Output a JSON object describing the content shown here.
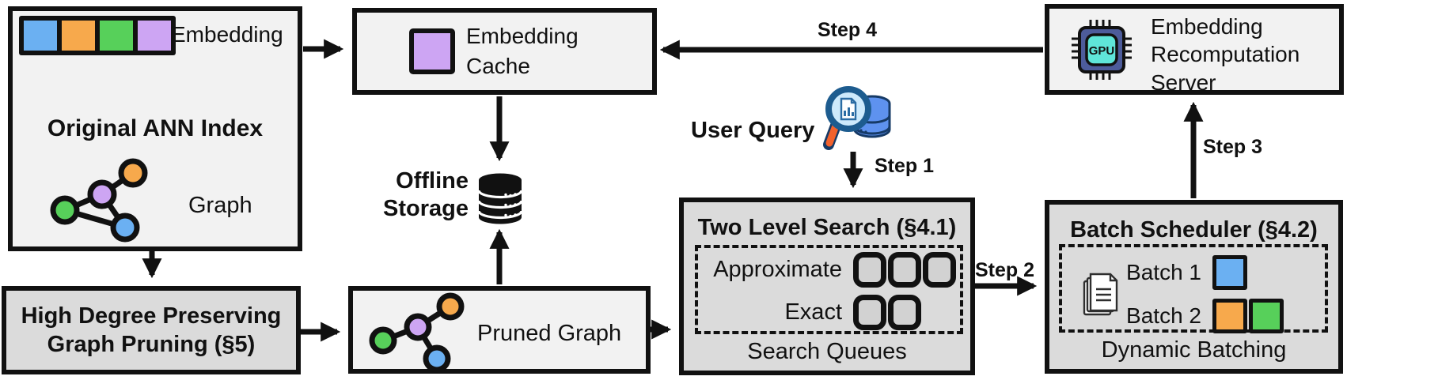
{
  "palette": {
    "blue": "#6bb0f2",
    "orange": "#f7a94c",
    "green": "#57d05a",
    "purple": "#cda5f3",
    "box_light": "#f2f2f2",
    "box_dark": "#dbdbdb",
    "line": "#111111",
    "handle_orange": "#f2622d",
    "chip_navy": "#4d5c9b",
    "chip_teal": "#5fe6d9",
    "query_db_blue": "#5e92ef"
  },
  "original_ann_index": {
    "embedding_label": "Embedding",
    "title": "Original ANN Index",
    "graph_label": "Graph"
  },
  "high_degree_pruning": {
    "title_line1": "High Degree Preserving",
    "title_line2": "Graph Pruning (§5)"
  },
  "embedding_cache": {
    "title_line1": "Embedding",
    "title_line2": "Cache"
  },
  "offline_storage": {
    "label_line1": "Offline",
    "label_line2": "Storage"
  },
  "pruned_graph": {
    "label": "Pruned Graph"
  },
  "user_query": {
    "label": "User Query"
  },
  "steps": {
    "step1": "Step 1",
    "step2": "Step 2",
    "step3": "Step 3",
    "step4": "Step 4"
  },
  "two_level_search": {
    "title": "Two Level Search (§4.1)",
    "approximate_label": "Approximate",
    "exact_label": "Exact",
    "approximate_queue_count": 3,
    "exact_queue_count": 2,
    "footer": "Search Queues"
  },
  "batch_scheduler": {
    "title": "Batch Scheduler (§4.2)",
    "batch1_label": "Batch 1",
    "batch2_label": "Batch 2",
    "footer": "Dynamic Batching"
  },
  "recomputation_server": {
    "title_line1": "Embedding",
    "title_line2": "Recomputation",
    "title_line3": "Server",
    "chip_label": "GPU"
  }
}
